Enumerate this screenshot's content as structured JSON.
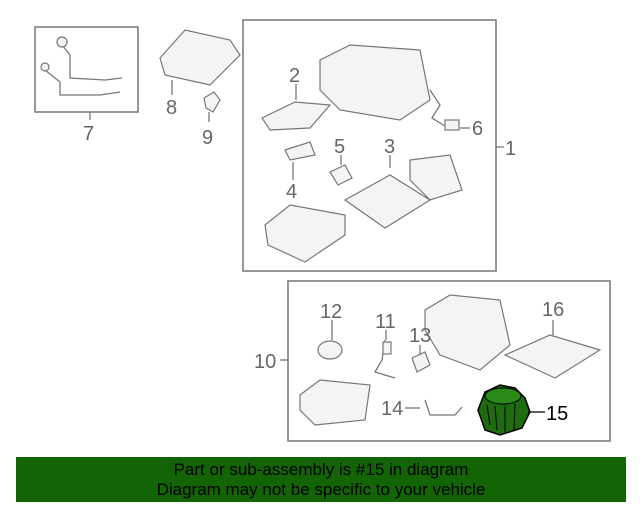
{
  "diagram": {
    "labels": [
      "1",
      "2",
      "3",
      "4",
      "5",
      "6",
      "7",
      "8",
      "9",
      "10",
      "11",
      "12",
      "13",
      "14",
      "15",
      "16"
    ],
    "highlighted_part": "15",
    "highlight_color": "#1e6b10"
  },
  "banner": {
    "line1": "Part or sub-assembly is #15 in diagram",
    "line2": "Diagram may not be specific to your vehicle",
    "color": "#126405"
  }
}
